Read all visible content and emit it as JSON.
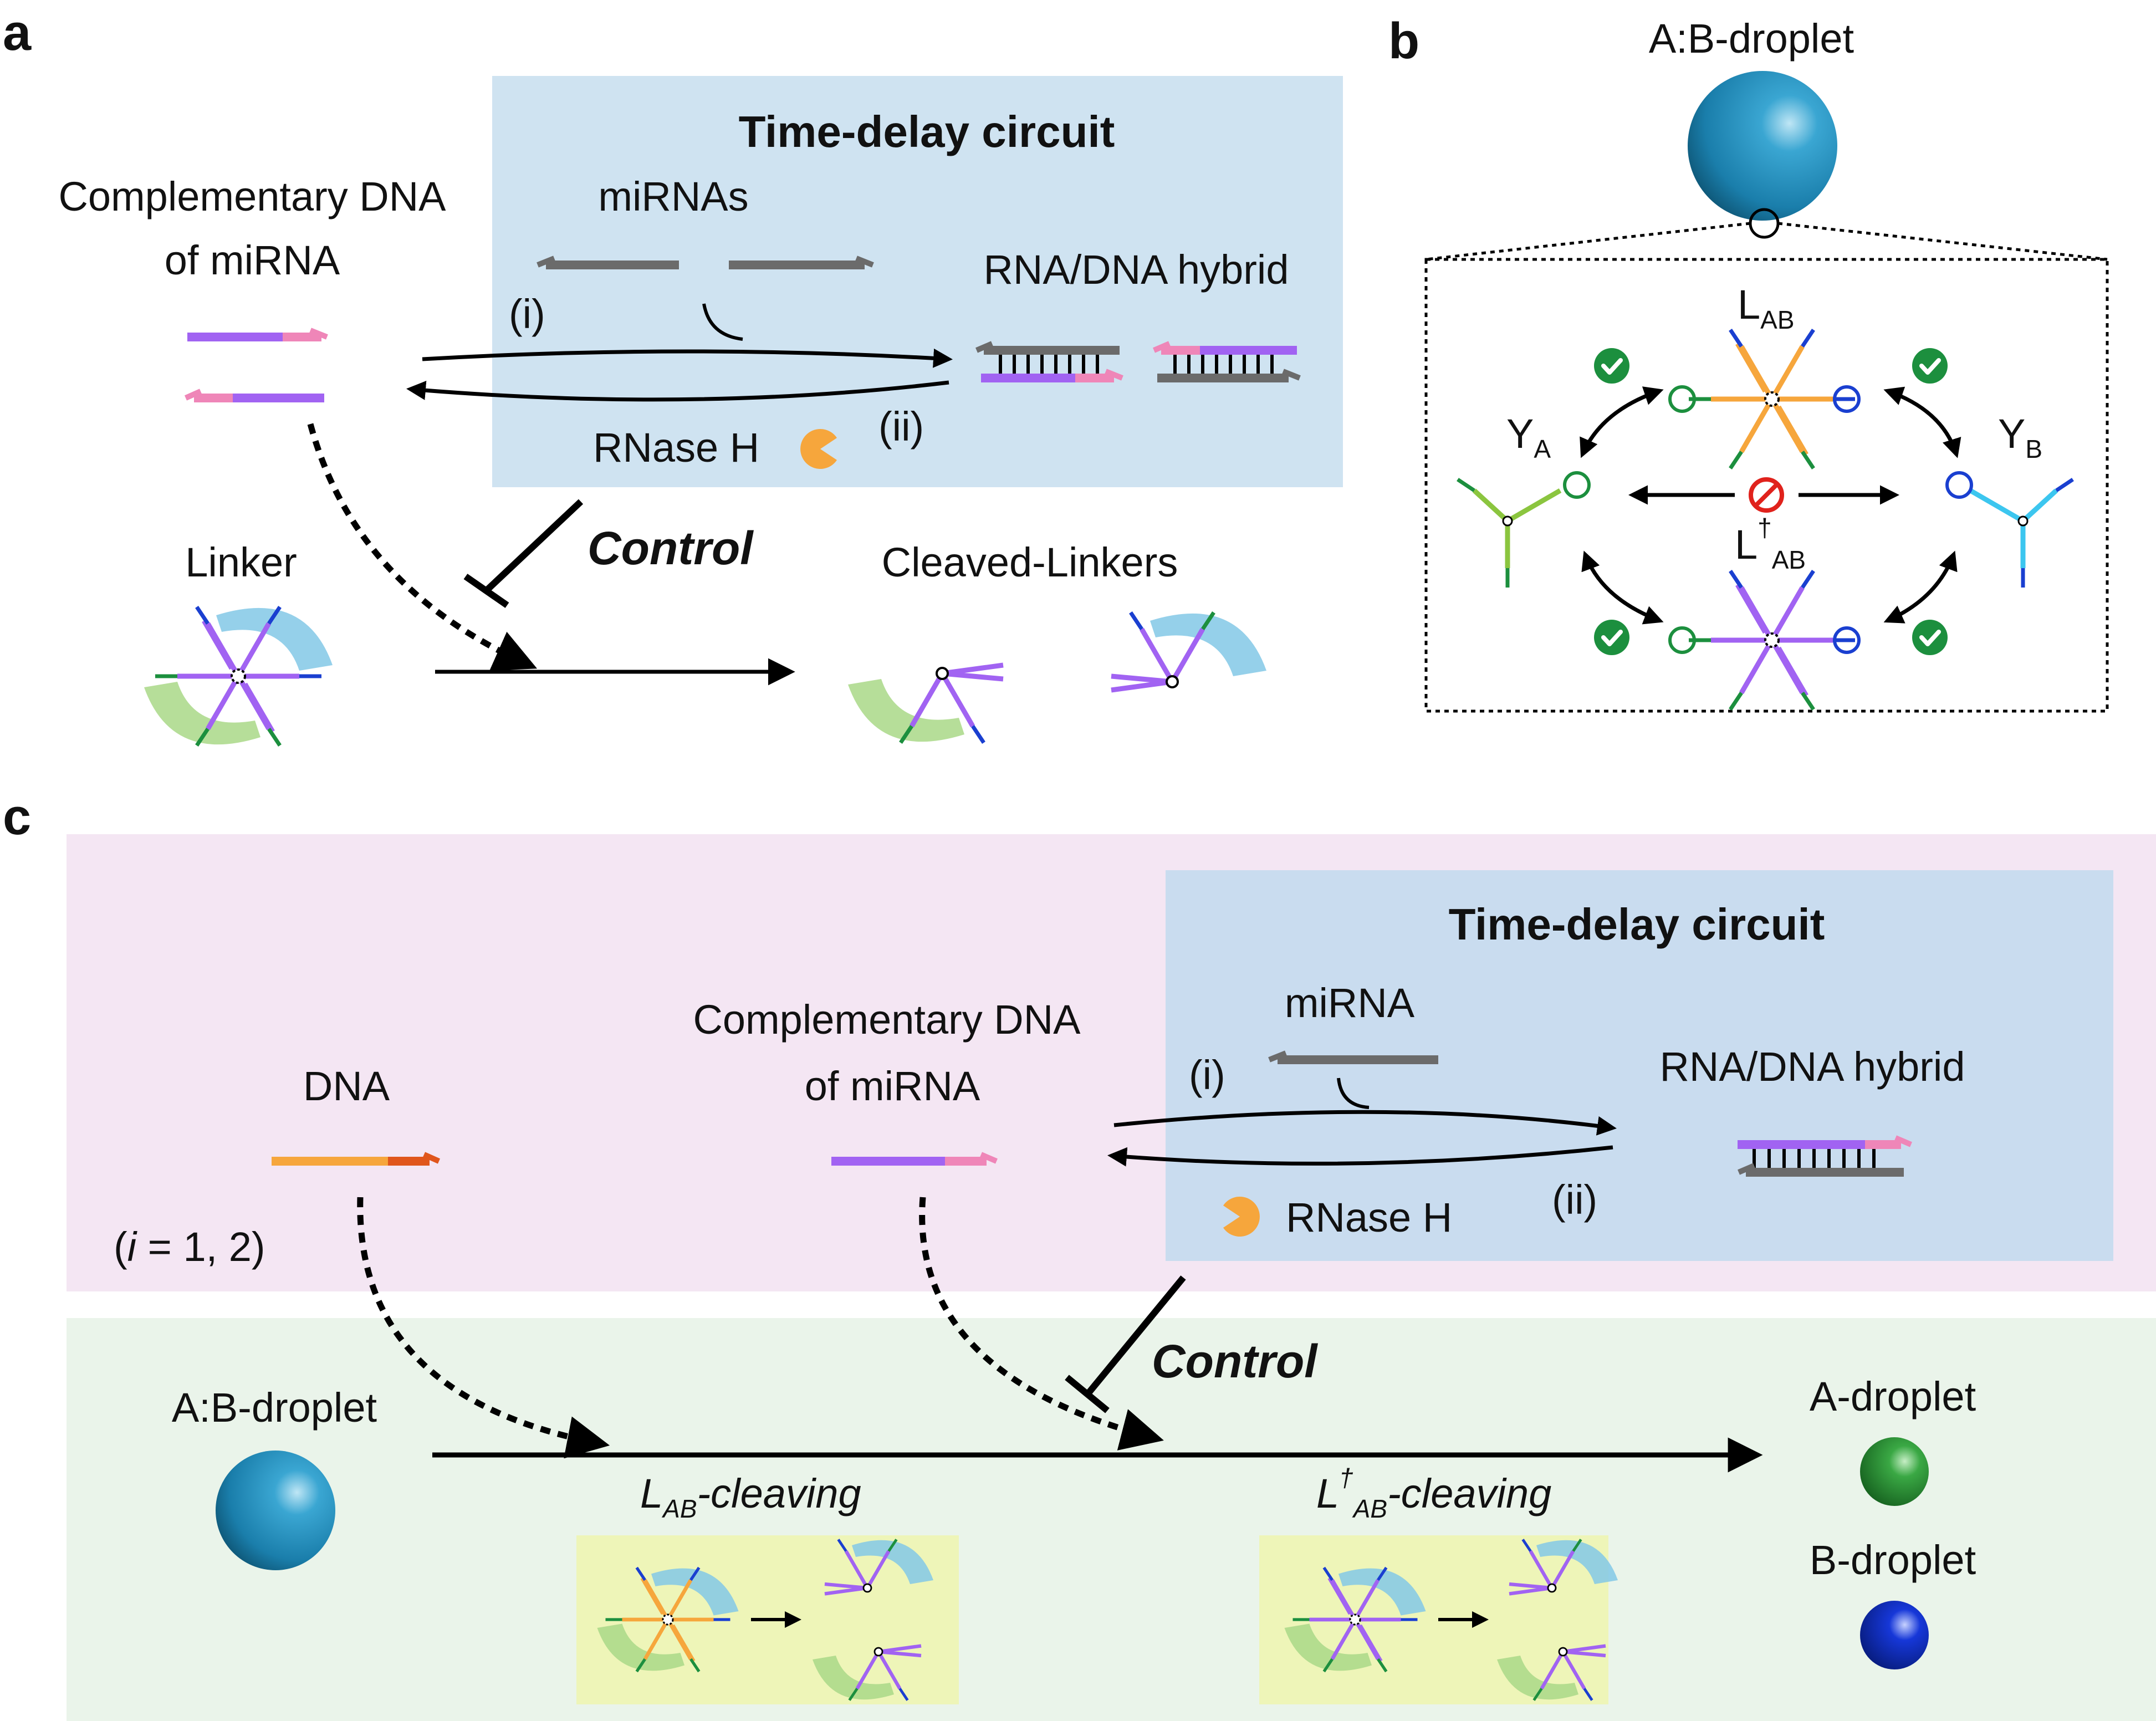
{
  "panels": {
    "a": {
      "letter": "a",
      "circuit_title": "Time-delay circuit",
      "complementary_line1": "Complementary DNA",
      "complementary_line2": "of miRNA",
      "mirnas": "miRNAs",
      "hybrid": "RNA/DNA hybrid",
      "step_i": "(i)",
      "step_ii": "(ii)",
      "rnase": "RNase H",
      "control": "Control",
      "linker": "Linker",
      "cleaved": "Cleaved-Linkers"
    },
    "b": {
      "letter": "b",
      "droplet": "A:B-droplet",
      "l_main": "L",
      "l_sub": "AB",
      "ldag_main": "L",
      "ldag_sup": "†",
      "ldag_sub": "AB",
      "ya_main": "Y",
      "ya_sub": "A",
      "yb_main": "Y",
      "yb_sub": "B"
    },
    "c": {
      "letter": "c",
      "circuit_title": "Time-delay circuit",
      "dna": "DNA",
      "index": "(i = 1, 2)",
      "index_open": "(",
      "index_var": "i",
      "index_rest": " = 1, 2)",
      "complementary_line1": "Complementary DNA",
      "complementary_line2": "of miRNA",
      "mirna": "miRNA",
      "hybrid": "RNA/DNA hybrid",
      "step_i": "(i)",
      "step_ii": "(ii)",
      "rnase": "RNase H",
      "control": "Control",
      "ab_droplet": "A:B-droplet",
      "a_droplet": "A-droplet",
      "b_droplet": "B-droplet",
      "lab_cleaving_main": "L",
      "lab_cleaving_sub": "AB",
      "lab_cleaving_suffix": "-cleaving",
      "ldag_cleaving_main": "L",
      "ldag_cleaving_sup": "†",
      "ldag_cleaving_sub": "AB",
      "ldag_cleaving_suffix": "-cleaving"
    }
  },
  "colors": {
    "circuit_blue": "#cfe3f1",
    "circuit_blue_c": "#c9dcef",
    "pink_band": "#f4e6f3",
    "green_band": "#eaf4ea",
    "yellow_box": "#eef5b8",
    "dna_purple": "#a163f2",
    "dna_pink": "#ef86b8",
    "dna_orange": "#f6a63c",
    "dna_red": "#e0561c",
    "mirna_gray": "#6b6b6b",
    "droplet_ab": "#1f8ab8",
    "droplet_a": "#2f9a3a",
    "droplet_b": "#0d2fc4",
    "check_green": "#1c8f3e",
    "forbid_red": "#e0221c"
  },
  "icons": [
    "pacman-rnase-icon",
    "check-icon",
    "forbidden-icon",
    "droplet-sphere-icon",
    "linker-star-icon"
  ]
}
